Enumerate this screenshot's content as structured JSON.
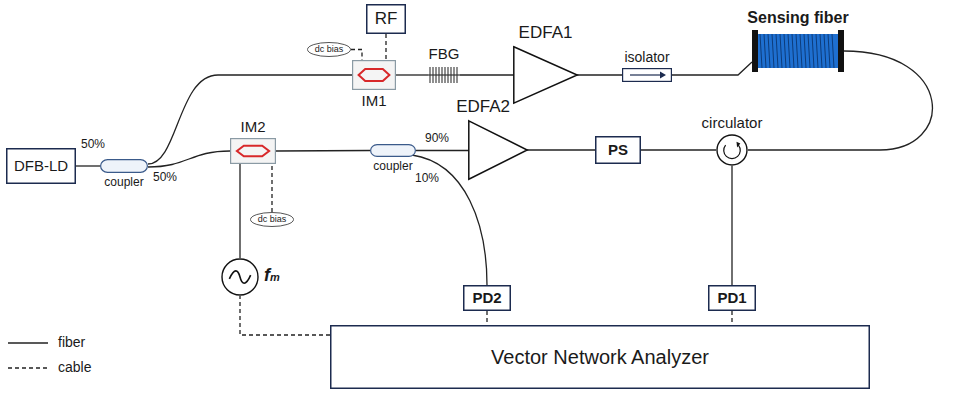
{
  "diagram": {
    "nodes": [
      {
        "text": [
          "RF"
        ]
      },
      {
        "text": [
          "dc bias"
        ]
      },
      {
        "text": [
          "IM1"
        ]
      },
      {
        "text": [
          "FBG"
        ]
      },
      {
        "text": [
          "EDFA1"
        ]
      },
      {
        "text": [
          "isolator"
        ]
      },
      {
        "text": [
          "Sensing fiber"
        ]
      },
      {
        "text": [
          "DFB-LD"
        ]
      },
      {
        "text": [
          "coupler"
        ]
      },
      {
        "text": [
          "IM2"
        ]
      },
      {
        "text": [
          "coupler"
        ]
      },
      {
        "text": [
          "EDFA2"
        ]
      },
      {
        "text": [
          "PS"
        ]
      },
      {
        "text": [
          "circulator"
        ]
      },
      {
        "text": [
          "dc bias"
        ]
      },
      {
        "text": [
          "fm"
        ]
      },
      {
        "text": [
          "PD2"
        ]
      },
      {
        "text": [
          "PD1"
        ]
      },
      {
        "text": [
          "Vector Network Analyzer"
        ]
      }
    ],
    "edges": [
      {
        "from": 7,
        "to": 8,
        "arrow": "none"
      },
      {
        "from": 8,
        "to": 2,
        "arrow": "none"
      },
      {
        "from": 8,
        "to": 9,
        "arrow": "none"
      },
      {
        "from": 0,
        "to": 2,
        "arrow": "none"
      },
      {
        "from": 1,
        "to": 2,
        "arrow": "none"
      },
      {
        "from": 2,
        "to": 3,
        "arrow": "none"
      },
      {
        "from": 3,
        "to": 4,
        "arrow": "none"
      },
      {
        "from": 4,
        "to": 5,
        "arrow": "none"
      },
      {
        "from": 5,
        "to": 6,
        "arrow": "none"
      },
      {
        "from": 6,
        "to": 13,
        "arrow": "none"
      },
      {
        "from": 9,
        "to": 10,
        "arrow": "none"
      },
      {
        "from": 10,
        "to": 11,
        "arrow": "none"
      },
      {
        "from": 10,
        "to": 16,
        "arrow": "none"
      },
      {
        "from": 11,
        "to": 12,
        "arrow": "none"
      },
      {
        "from": 12,
        "to": 13,
        "arrow": "none"
      },
      {
        "from": 13,
        "to": 17,
        "arrow": "none"
      },
      {
        "from": 14,
        "to": 9,
        "arrow": "none"
      },
      {
        "from": 15,
        "to": 9,
        "arrow": "none"
      },
      {
        "from": 16,
        "to": 18,
        "arrow": "none"
      },
      {
        "from": 17,
        "to": 18,
        "arrow": "none"
      },
      {
        "from": 18,
        "to": 15,
        "arrow": "none"
      }
    ],
    "labels": [
      "50%",
      "50%",
      "90%",
      "10%"
    ],
    "legend": [
      {
        "text": "fiber"
      },
      {
        "text": "cable"
      }
    ]
  }
}
